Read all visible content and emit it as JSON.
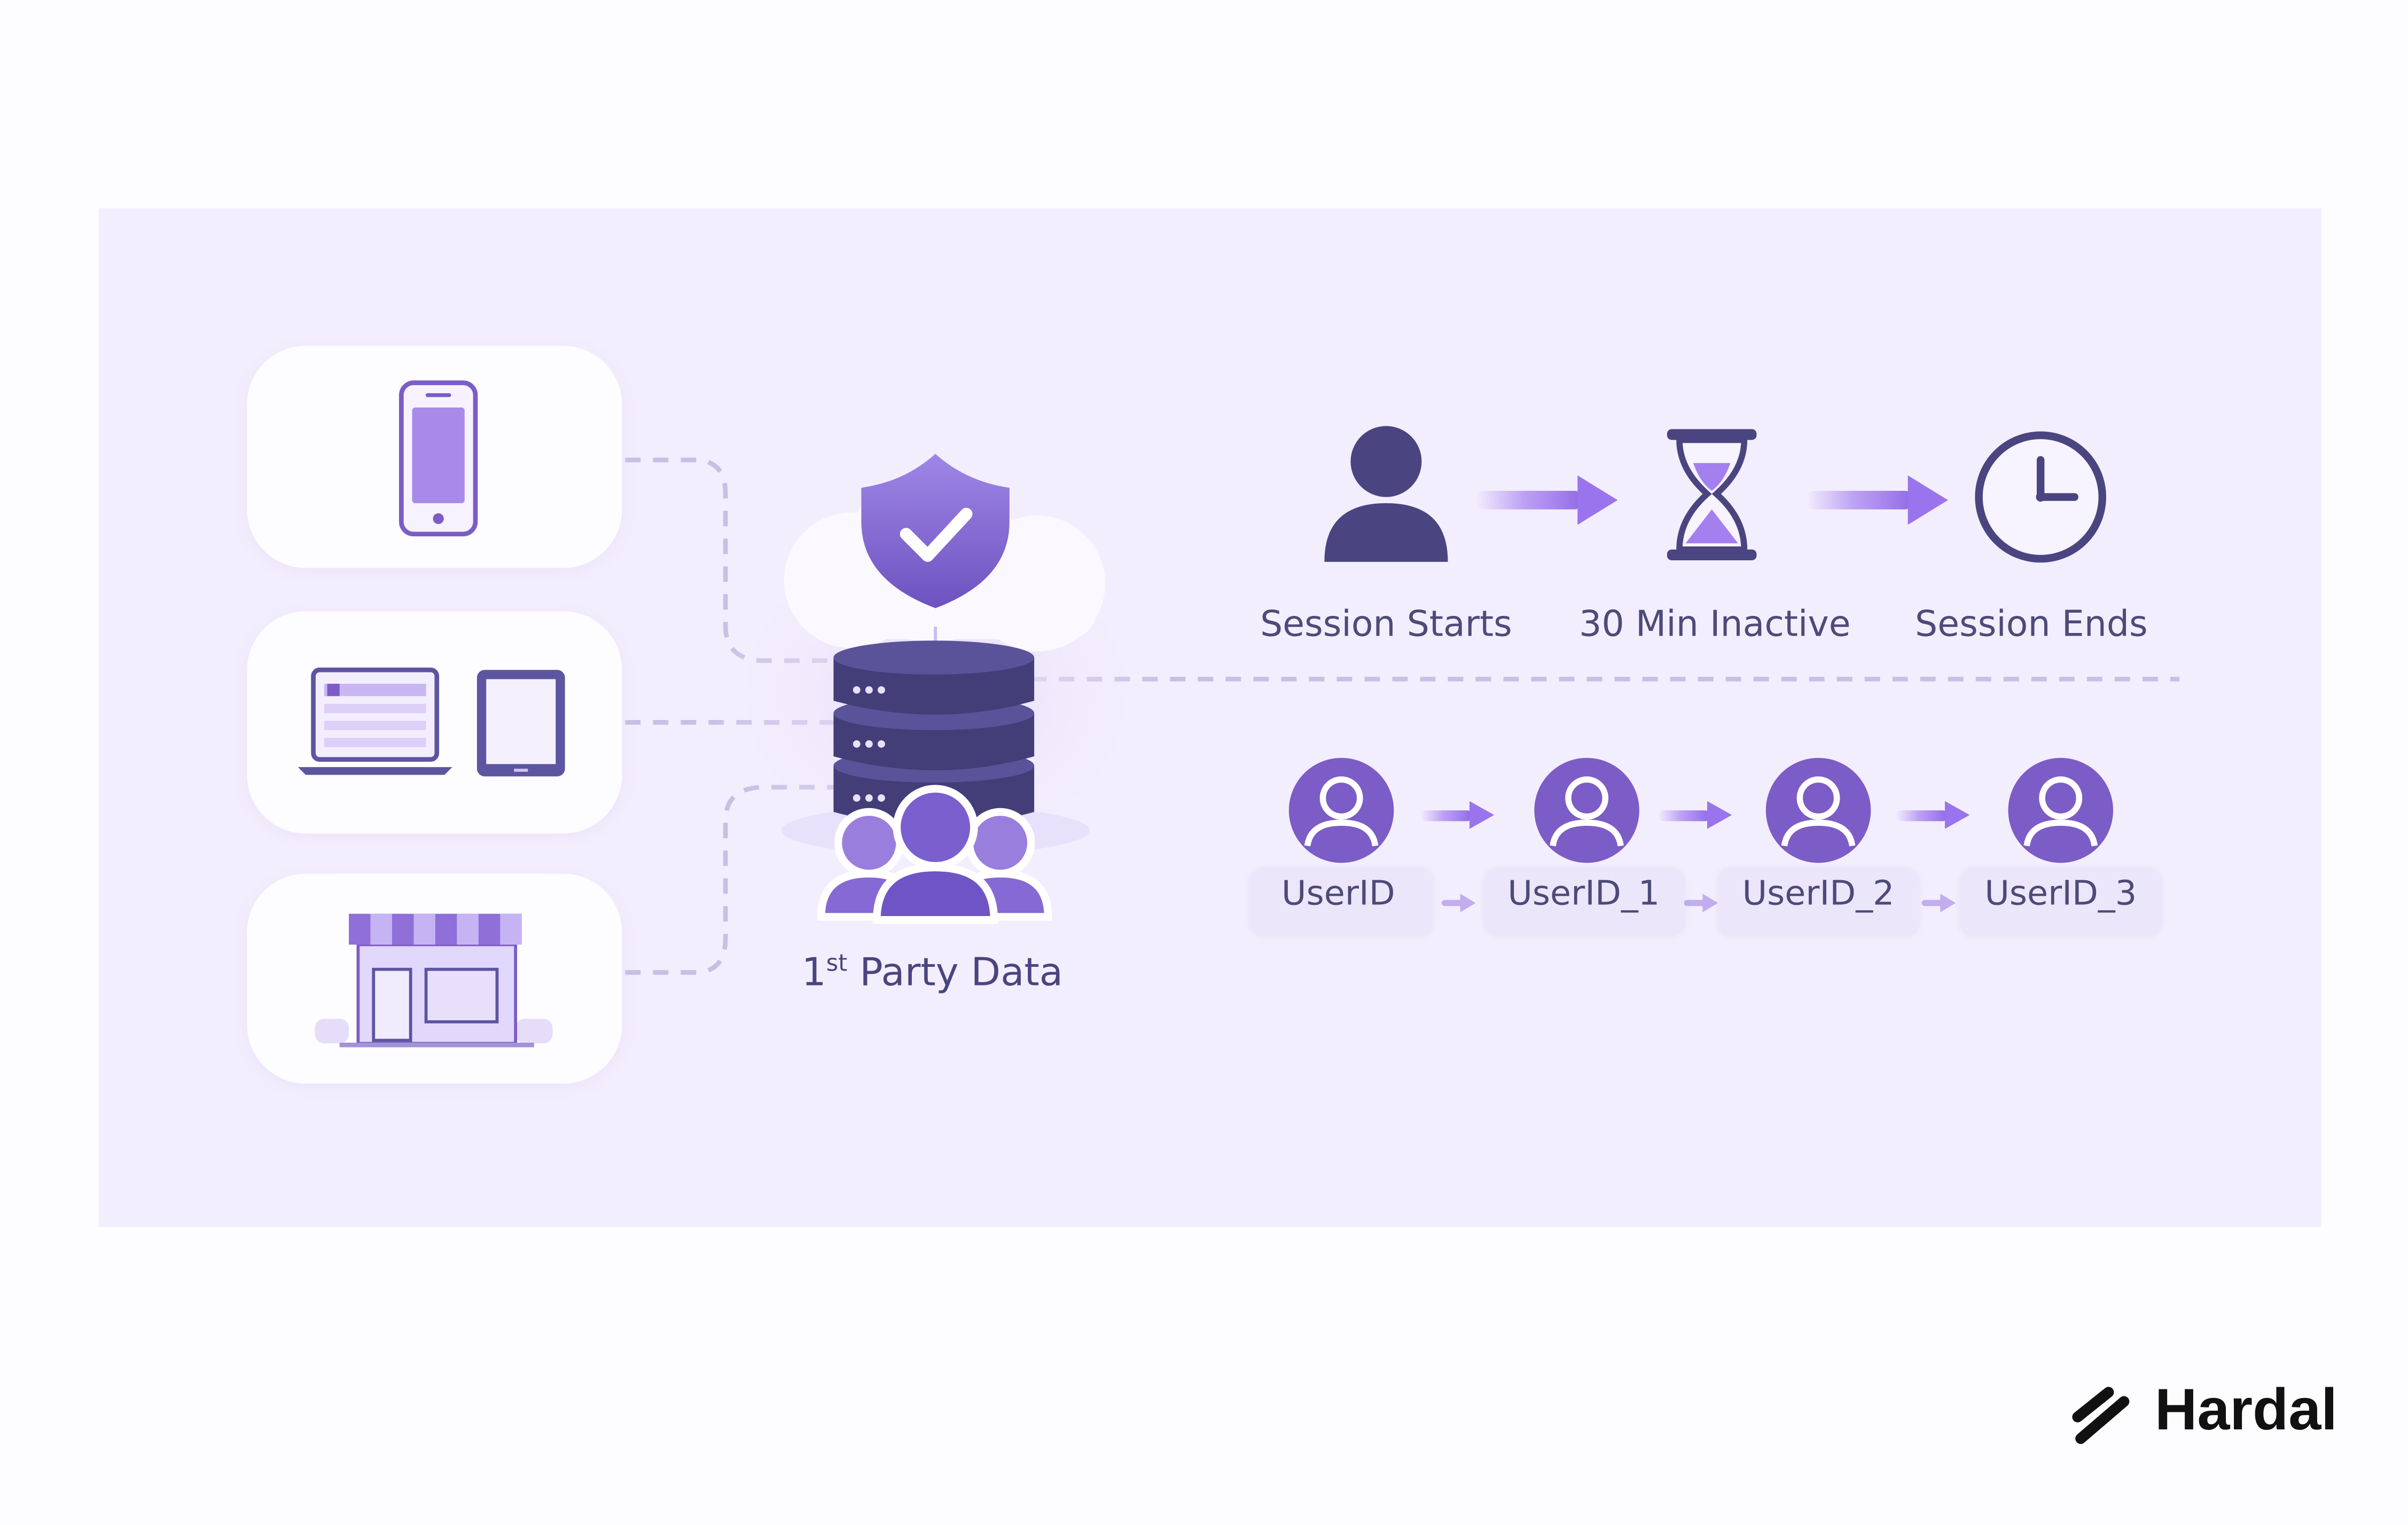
{
  "flow": {
    "session_start_label": "Session Starts",
    "inactive_label": "30 Min Inactive",
    "session_end_label": "Session Ends"
  },
  "hub": {
    "label_prefix": "1",
    "label_sup": "st",
    "label_main": " Party Data"
  },
  "user_ids": [
    "UserID",
    "UserID_1",
    "UserID_2",
    "UserID_3"
  ],
  "brand": {
    "name": "Hardal"
  },
  "icons": {
    "sources": [
      "smartphone-icon",
      "laptop-icon",
      "tablet-icon",
      "store-icon"
    ],
    "hub": [
      "shield-check-icon",
      "cloud-icon",
      "database-icon",
      "users-group-icon"
    ],
    "flow": [
      "person-icon",
      "hourglass-icon",
      "clock-icon",
      "arrow-right-icon",
      "user-avatar-icon"
    ],
    "brand": "brand-slashes-icon"
  },
  "colors": {
    "page_background": "#fdfcff",
    "panel_background": "#f3eefd",
    "primary_purple": "#7c5cc6",
    "accent_purple": "#a47ff0",
    "dark_navy": "#4a4580",
    "text": "#4e4a78",
    "brand_text": "#111111"
  }
}
